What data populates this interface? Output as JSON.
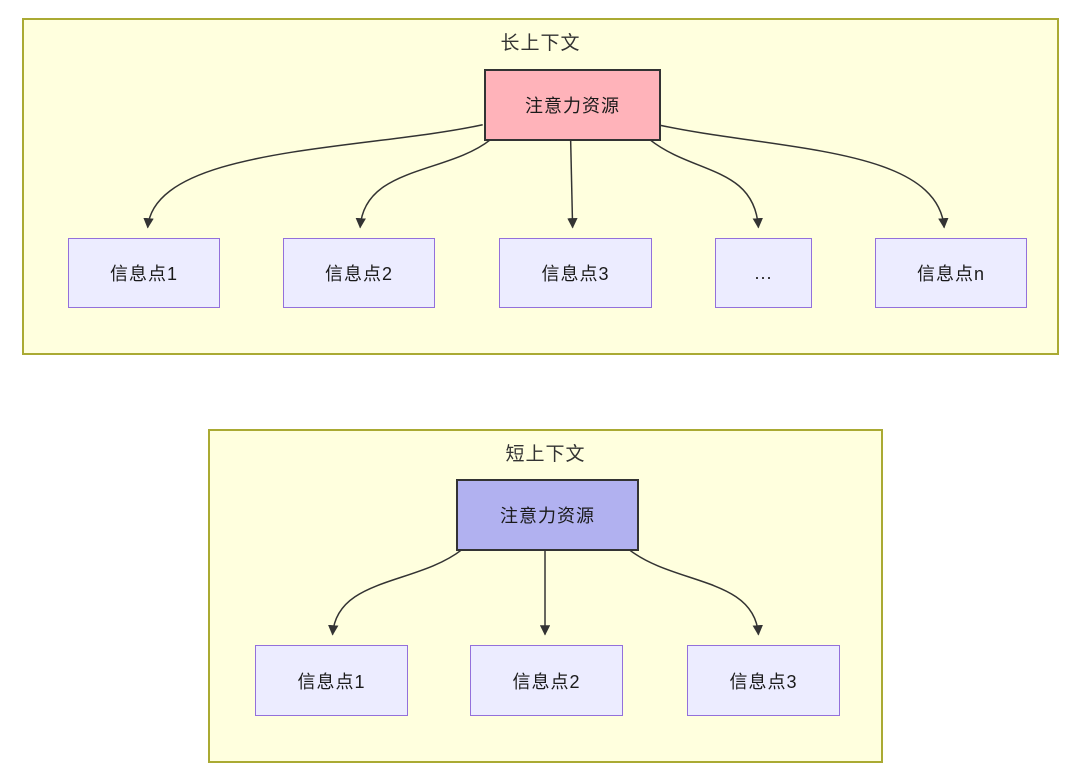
{
  "colors": {
    "canvas_bg": "#ffffff",
    "section_bg": "#ffffde",
    "section_border": "#aaaa33",
    "attention_long_fill": "#ffb3ba",
    "attention_short_fill": "#b1b1f0",
    "attention_border": "#333333",
    "info_fill": "#ececff",
    "info_border": "#9370db",
    "arrow": "#333333",
    "text": "#333333"
  },
  "long_context": {
    "title": "长上下文",
    "attention_label": "注意力资源",
    "info_nodes": [
      "信息点1",
      "信息点2",
      "信息点3",
      "...",
      "信息点n"
    ]
  },
  "short_context": {
    "title": "短上下文",
    "attention_label": "注意力资源",
    "info_nodes": [
      "信息点1",
      "信息点2",
      "信息点3"
    ]
  }
}
